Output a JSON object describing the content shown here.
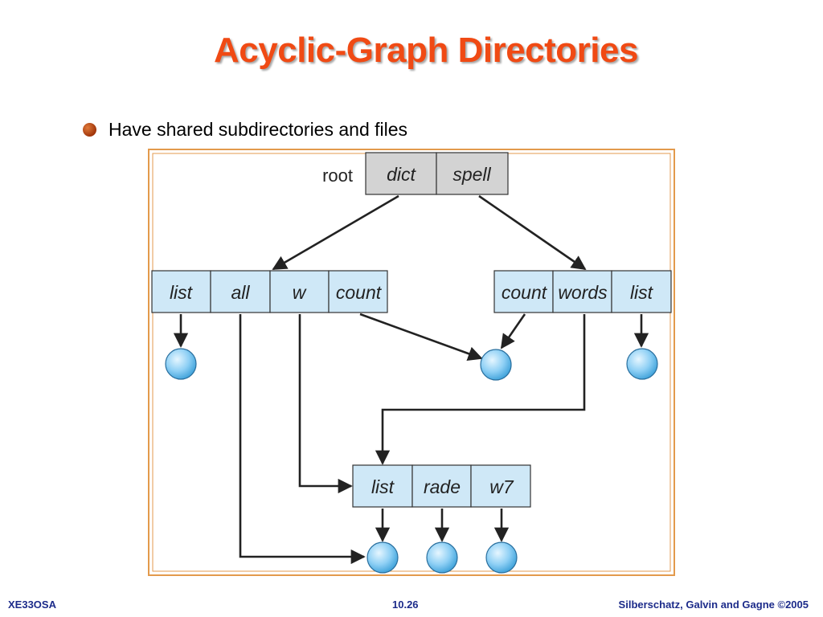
{
  "slide": {
    "title": "Acyclic-Graph Directories",
    "bullet": "Have shared subdirectories and files"
  },
  "diagram": {
    "root_label": "root",
    "root_entries": [
      "dict",
      "spell"
    ],
    "dict_entries": [
      "list",
      "all",
      "w",
      "count"
    ],
    "spell_entries": [
      "count",
      "words",
      "list"
    ],
    "shared_dir_entries": [
      "list",
      "rade",
      "w7"
    ]
  },
  "footer": {
    "left": "XE33OSA",
    "center": "10.26",
    "right": "Silberschatz, Galvin and Gagne ©2005"
  },
  "colors": {
    "title": "#f04a14",
    "frame": "#e39a4c",
    "entry_fill": "#cfe8f7",
    "root_fill": "#d3d3d3",
    "footer": "#1c2b8a"
  }
}
